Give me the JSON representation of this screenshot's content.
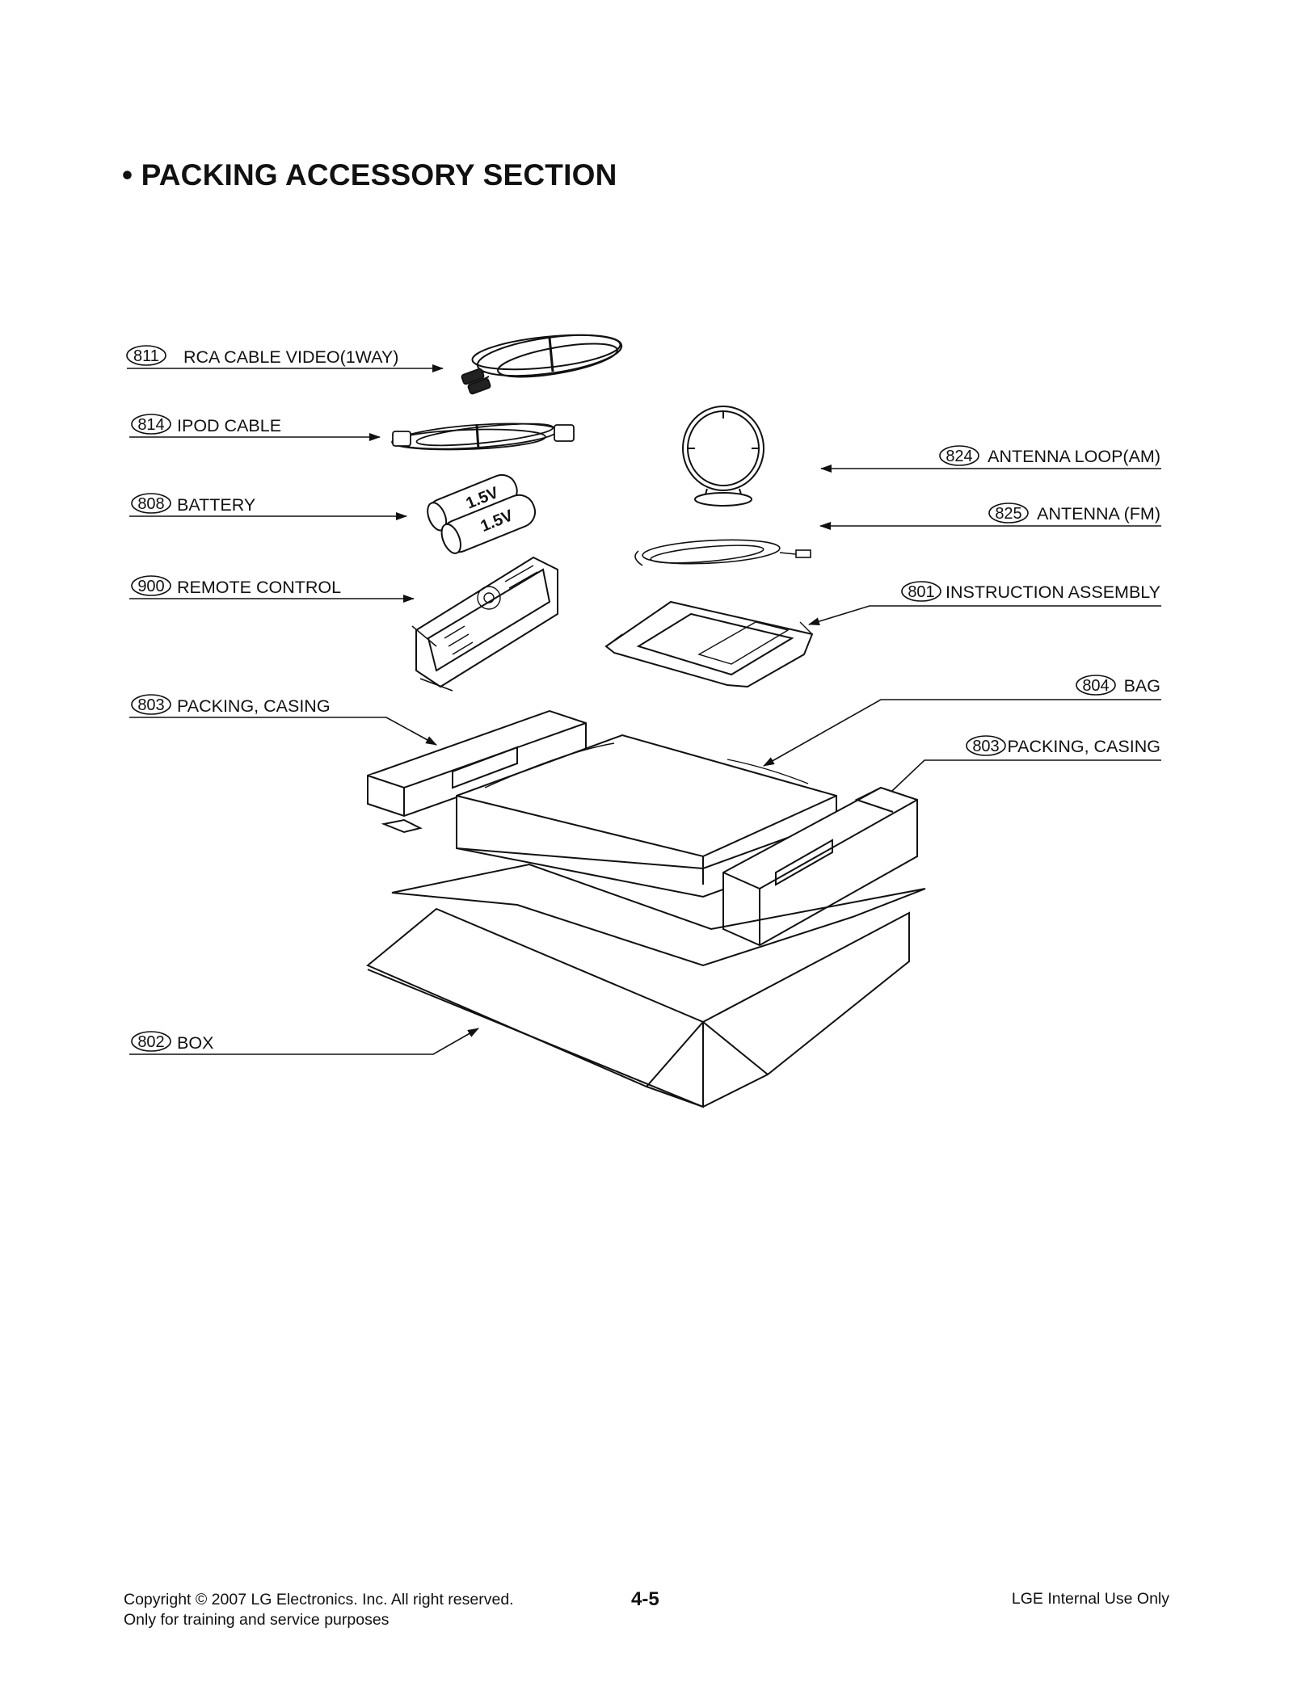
{
  "page": {
    "title": "• PACKING ACCESSORY SECTION"
  },
  "callouts": [
    {
      "num": "811",
      "label": "RCA CABLE VIDEO(1WAY)"
    },
    {
      "num": "814",
      "label": "IPOD CABLE"
    },
    {
      "num": "808",
      "label": "BATTERY"
    },
    {
      "num": "900",
      "label": "REMOTE CONTROL"
    },
    {
      "num": "803",
      "label": "PACKING, CASING"
    },
    {
      "num": "802",
      "label": "BOX"
    },
    {
      "num": "824",
      "label": "ANTENNA LOOP(AM)"
    },
    {
      "num": "825",
      "label": "ANTENNA (FM)"
    },
    {
      "num": "801",
      "label": "INSTRUCTION ASSEMBLY"
    },
    {
      "num": "804",
      "label": "BAG"
    },
    {
      "num": "803",
      "label": "PACKING, CASING"
    }
  ],
  "battery_labels": [
    "1.5V",
    "1.5V"
  ],
  "footer": {
    "copyright": "Copyright © 2007 LG Electronics. Inc. All right reserved.",
    "purpose": "Only for training and service purposes",
    "page_number": "4-5",
    "internal": "LGE Internal Use Only"
  }
}
